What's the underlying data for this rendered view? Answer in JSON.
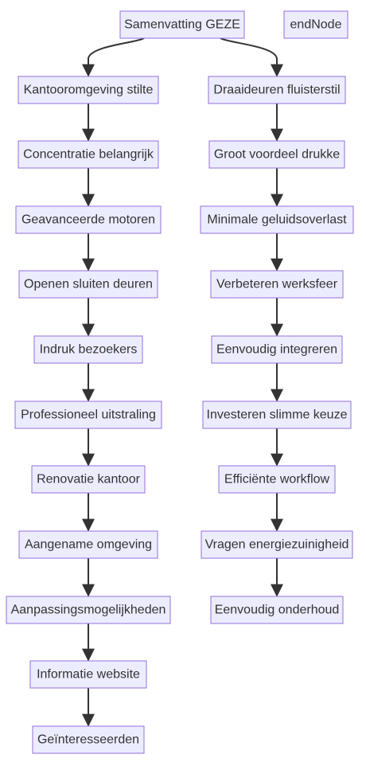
{
  "diagram": {
    "type": "flowchart",
    "direction": "top-down",
    "nodes": [
      {
        "id": "summary",
        "label": "Samenvatting GEZE"
      },
      {
        "id": "end",
        "label": "endNode"
      },
      {
        "id": "l1",
        "label": "Kantooromgeving stilte"
      },
      {
        "id": "l2",
        "label": "Concentratie belangrijk"
      },
      {
        "id": "l3",
        "label": "Geavanceerde motoren"
      },
      {
        "id": "l4",
        "label": "Openen sluiten deuren"
      },
      {
        "id": "l5",
        "label": "Indruk bezoekers"
      },
      {
        "id": "l6",
        "label": "Professioneel uitstraling"
      },
      {
        "id": "l7",
        "label": "Renovatie kantoor"
      },
      {
        "id": "l8",
        "label": "Aangename omgeving"
      },
      {
        "id": "l9",
        "label": "Aanpassingsmogelijkheden"
      },
      {
        "id": "l10",
        "label": "Informatie website"
      },
      {
        "id": "l11",
        "label": "Geïnteresseerden"
      },
      {
        "id": "r1",
        "label": "Draaideuren fluisterstil"
      },
      {
        "id": "r2",
        "label": "Groot voordeel drukke"
      },
      {
        "id": "r3",
        "label": "Minimale geluidsoverlast"
      },
      {
        "id": "r4",
        "label": "Verbeteren werksfeer"
      },
      {
        "id": "r5",
        "label": "Eenvoudig integreren"
      },
      {
        "id": "r6",
        "label": "Investeren slimme keuze"
      },
      {
        "id": "r7",
        "label": "Efficiënte workflow"
      },
      {
        "id": "r8",
        "label": "Vragen energiezuinigheid"
      },
      {
        "id": "r9",
        "label": "Eenvoudig onderhoud"
      }
    ],
    "edges": [
      {
        "from": "summary",
        "to": "l1"
      },
      {
        "from": "summary",
        "to": "r1"
      },
      {
        "from": "l1",
        "to": "l2"
      },
      {
        "from": "l2",
        "to": "l3"
      },
      {
        "from": "l3",
        "to": "l4"
      },
      {
        "from": "l4",
        "to": "l5"
      },
      {
        "from": "l5",
        "to": "l6"
      },
      {
        "from": "l6",
        "to": "l7"
      },
      {
        "from": "l7",
        "to": "l8"
      },
      {
        "from": "l8",
        "to": "l9"
      },
      {
        "from": "l9",
        "to": "l10"
      },
      {
        "from": "l10",
        "to": "l11"
      },
      {
        "from": "r1",
        "to": "r2"
      },
      {
        "from": "r2",
        "to": "r3"
      },
      {
        "from": "r3",
        "to": "r4"
      },
      {
        "from": "r4",
        "to": "r5"
      },
      {
        "from": "r5",
        "to": "r6"
      },
      {
        "from": "r6",
        "to": "r7"
      },
      {
        "from": "r7",
        "to": "r8"
      },
      {
        "from": "r8",
        "to": "r9"
      }
    ],
    "colors": {
      "node_fill": "#ececff",
      "node_stroke": "#9370db",
      "text": "#333333",
      "edge": "#333333"
    }
  }
}
